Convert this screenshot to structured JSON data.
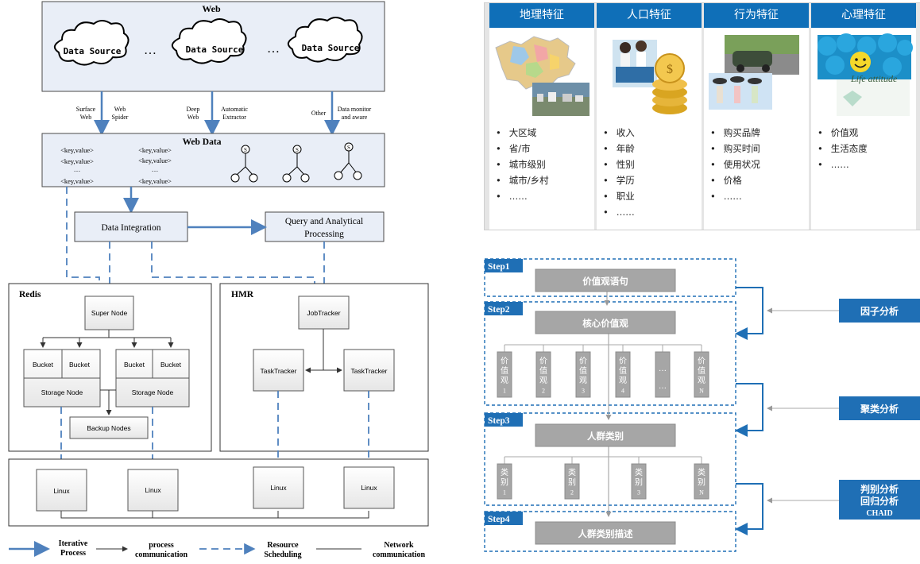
{
  "left": {
    "web_title": "Web",
    "data_source_label": "Data Source",
    "ellipsis": "…",
    "arrow_labels": {
      "surface_web": [
        "Surface",
        "Web"
      ],
      "web_spider": [
        "Web",
        "Spider"
      ],
      "deep_web": [
        "Deep",
        "Web"
      ],
      "automatic_extractor": [
        "Automatic",
        "Extractor"
      ],
      "other": "Other",
      "data_monitor": [
        "Data monitor",
        "and aware"
      ]
    },
    "web_data_title": "Web  Data",
    "kv_label": "<key,value>",
    "vdots": "…",
    "tree_root": "S",
    "data_integration": "Data Integration",
    "query_processing": [
      "Query and Analytical",
      "Processing"
    ],
    "redis_label": "Redis",
    "hmr_label": "HMR",
    "super_node": "Super Node",
    "bucket": "Bucket",
    "storage_node": "Storage Node",
    "backup_nodes": "Backup Nodes",
    "job_tracker": "JobTracker",
    "task_tracker": "TaskTracker",
    "linux": "Linux",
    "legend": {
      "iterative": [
        "Iterative",
        "Process"
      ],
      "process_comm": [
        "process",
        "communication"
      ],
      "resource": [
        "Resource",
        "Scheduling"
      ],
      "network": [
        "Network",
        "communication"
      ]
    }
  },
  "segments": [
    {
      "header": "地理特征",
      "items": [
        "大区域",
        "省/市",
        "城市级别",
        "城市/乡村",
        "……"
      ]
    },
    {
      "header": "人口特征",
      "items": [
        "收入",
        "年龄",
        "性别",
        "学历",
        "职业",
        "……"
      ]
    },
    {
      "header": "行为特征",
      "items": [
        "购买品牌",
        "购买时间",
        "使用状况",
        "价格",
        "……"
      ]
    },
    {
      "header": "心理特征",
      "items": [
        "价值观",
        "生活态度",
        "……"
      ]
    }
  ],
  "life_attitude_text": "Life attitude",
  "flow": {
    "steps": [
      "Step1",
      "Step2",
      "Step3",
      "Step4"
    ],
    "values_statement": "价值观语句",
    "core_values": "核心价值观",
    "value_items": [
      [
        "价",
        "值",
        "观",
        "1"
      ],
      [
        "价",
        "值",
        "观",
        "2"
      ],
      [
        "价",
        "值",
        "观",
        "3"
      ],
      [
        "价",
        "值",
        "观",
        "4"
      ],
      [
        "…",
        "…"
      ],
      [
        "价",
        "值",
        "观",
        "N"
      ]
    ],
    "crowd_category": "人群类别",
    "category_items": [
      [
        "类",
        "别",
        "1"
      ],
      [
        "类",
        "别",
        "2"
      ],
      [
        "类",
        "别",
        "3"
      ],
      [
        "类",
        "别",
        "N"
      ]
    ],
    "crowd_description": "人群类别描述",
    "factor_analysis": "因子分析",
    "cluster_analysis": "聚类分析",
    "discriminant_analysis": "判别分析",
    "regression_analysis": "回归分析",
    "chaid": "CHAID"
  },
  "colors": {
    "accent_blue": "#0f6fb8",
    "diagram_blue": "#4f81bd",
    "panel_fill": "#e9eef7",
    "gray_box": "#a6a6a6"
  }
}
